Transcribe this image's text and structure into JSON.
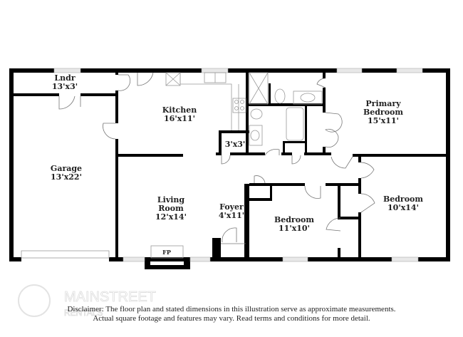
{
  "rooms": {
    "laundry": {
      "name": "Lndr",
      "dims": "13'x3'"
    },
    "kitchen": {
      "name": "Kitchen",
      "dims": "16'x11'"
    },
    "garage": {
      "name": "Garage",
      "dims": "13'x22'"
    },
    "closet": {
      "dims": "3'x3'"
    },
    "living": {
      "name1": "Living",
      "name2": "Room",
      "dims": "12'x14'"
    },
    "foyer": {
      "name": "Foyer",
      "dims": "4'x11'"
    },
    "primary": {
      "name1": "Primary",
      "name2": "Bedroom",
      "dims": "15'x11'"
    },
    "bedroom2": {
      "name": "Bedroom",
      "dims": "10'x14'"
    },
    "bedroom3": {
      "name": "Bedroom",
      "dims": "11'x10'"
    },
    "fireplace": "FP"
  },
  "watermark": {
    "line1": "MAINSTREET",
    "line2": "RENTALS"
  },
  "disclaimer": {
    "line1": "Disclaimer: The floor plan and stated dimensions in this illustration serve as approximate measurements.",
    "line2": "Actual square footage and features may vary. Read terms and conditions for more detail."
  },
  "colors": {
    "wall": "#000000",
    "window": "#e8e8e8",
    "fixture": "#999999"
  }
}
